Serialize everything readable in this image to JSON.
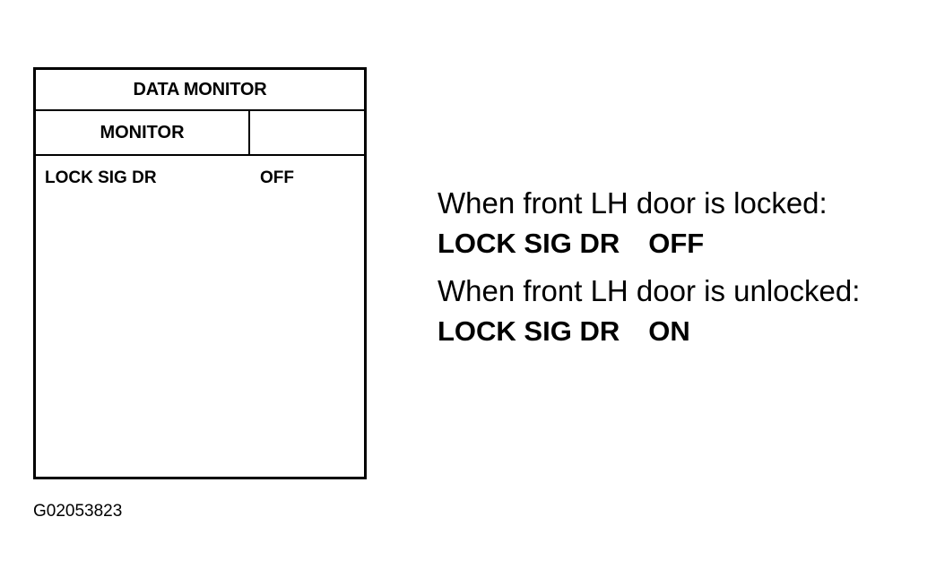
{
  "monitor_panel": {
    "title": "DATA MONITOR",
    "header_label": "MONITOR",
    "rows": [
      {
        "item": "LOCK SIG DR",
        "value": "OFF"
      }
    ]
  },
  "notes": [
    {
      "condition": "When front LH door is locked:",
      "item": "LOCK SIG DR",
      "value": "OFF"
    },
    {
      "condition": "When front LH door is unlocked:",
      "item": "LOCK SIG DR",
      "value": "ON"
    }
  ],
  "figure_code": "G02053823"
}
